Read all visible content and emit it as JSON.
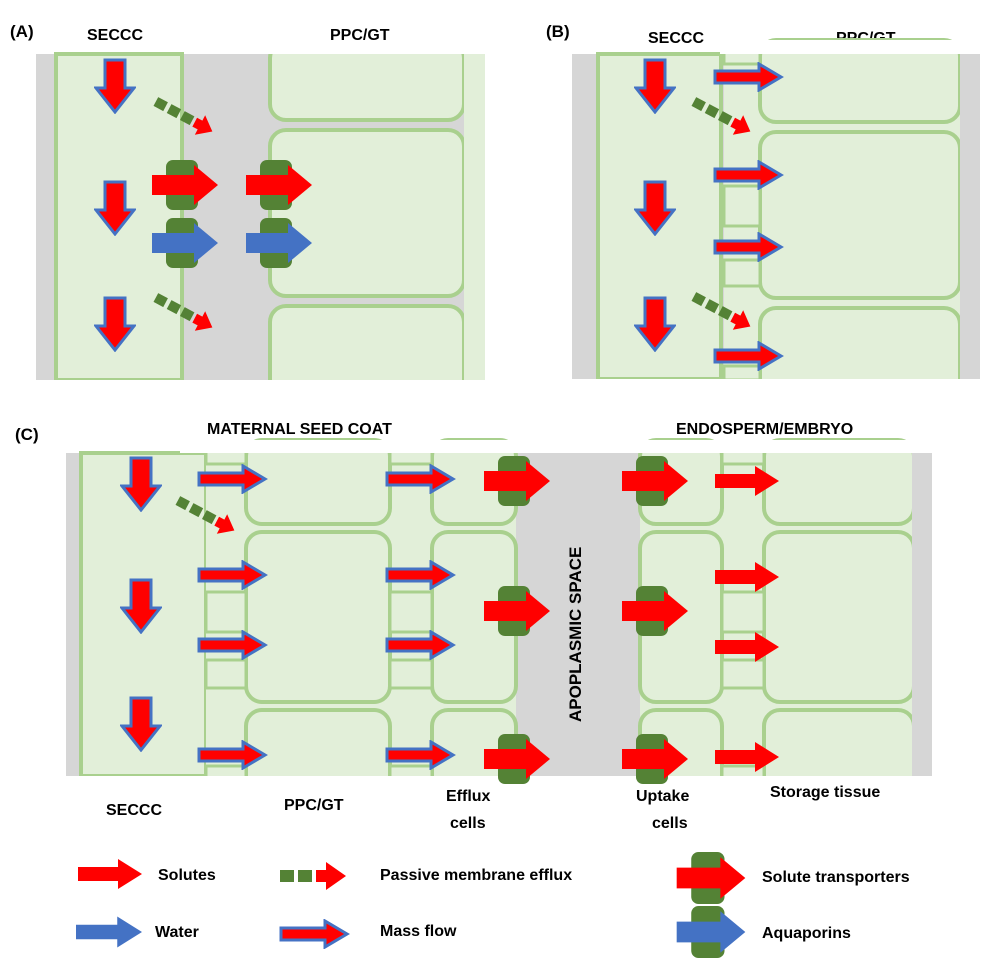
{
  "colors": {
    "apoplast": "#d6d6d6",
    "cell_fill": "#e2efd9",
    "cell_wall": "#a9d08e",
    "solute_red": "#ff0000",
    "water_blue": "#4472c4",
    "transporter_green": "#548235"
  },
  "panelA": {
    "tag": "(A)",
    "left_label": "SECCC",
    "right_label": "PPC/GT"
  },
  "panelB": {
    "tag": "(B)",
    "left_label": "SECCC",
    "right_label": "PPC/GT"
  },
  "panelC": {
    "tag": "(C)",
    "maternal_label": "MATERNAL SEED COAT",
    "filial_label": "ENDOSPERM/EMBRYO",
    "apoplasmic_label": "APOPLASMIC SPACE",
    "bottom_labels": {
      "seccc": "SECCC",
      "ppcgt": "PPC/GT",
      "efflux_1": "Efflux",
      "efflux_2": "cells",
      "uptake_1": "Uptake",
      "uptake_2": "cells",
      "storage": "Storage tissue"
    }
  },
  "legend": {
    "solutes": "Solutes",
    "water": "Water",
    "passive": "Passive membrane efflux",
    "massflow": "Mass flow",
    "transporters": "Solute transporters",
    "aquaporins": "Aquaporins"
  }
}
